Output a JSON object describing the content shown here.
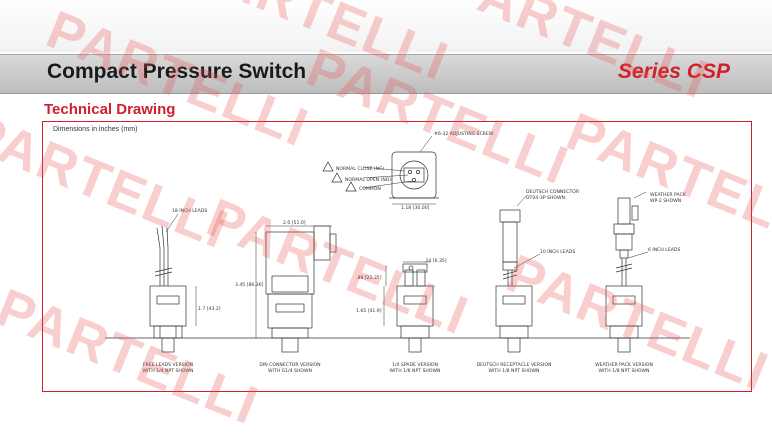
{
  "header": {
    "title": "Compact Pressure Switch",
    "series": "Series CSP"
  },
  "section": {
    "title": "Technical Drawing"
  },
  "drawing": {
    "units_note": "Dimensions in inches (mm)",
    "callouts": {
      "screw": "#6-32 ADJUSTING SCREW",
      "nc": "NORMAL CLOSE (NC)",
      "no": "NORMAL OPEN (NO)",
      "common": "COMMON",
      "dim_base": "1.18 [30.00]",
      "deutsch_connector_1": "DEUTSCH CONNECTOR",
      "deutsch_connector_2": "DT04-3P SHOWN",
      "weather_pack_1": "WEATHER PACK",
      "weather_pack_2": "WP-2 SHOWN",
      "leads_free": "18 INCH LEADS",
      "leads_deutsch": "10 INCH LEADS",
      "leads_weather": "6 INCH LEADS",
      "dim_din_width": "2.0 [51.0]",
      "dim_din_height": "3.45 [86.36]",
      "dim_free_height": "1.7 [43.2]",
      "dim_spade_w": ".24 [6.35]",
      "dim_spade_h": ".88 [22.35]",
      "dim_spade_body": "1.65 [41.9]"
    },
    "views": [
      {
        "line1": "FREE LEADS VERSION",
        "line2": "WITH 1/4 NPT SHOWN"
      },
      {
        "line1": "DIN CONNECTOR VERSION",
        "line2": "WITH G1/4 SHOWN"
      },
      {
        "line1": "1/4 SPADE VERSION",
        "line2": "WITH 1/8 NPT SHOWN"
      },
      {
        "line1": "DEUTSCH RECEPTACLE VERSION",
        "line2": "WITH 1/8 NPT SHOWN"
      },
      {
        "line1": "WEATHER PACK VERSION",
        "line2": "WITH 1/8 NPT SHOWN"
      }
    ]
  },
  "watermark": {
    "text": "PARTELLI"
  },
  "colors": {
    "brand_red": "#d0202c",
    "title_bar": "#c8c8c8"
  }
}
